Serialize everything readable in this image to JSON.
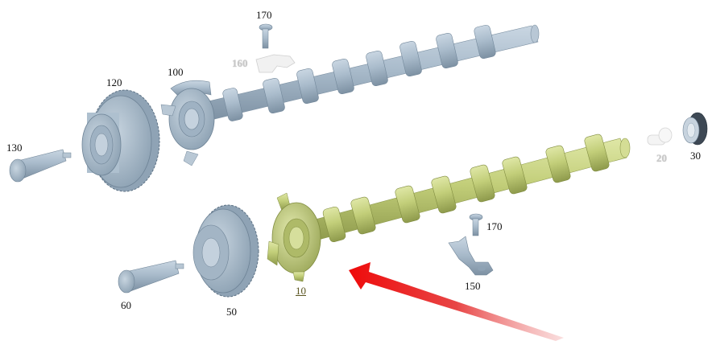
{
  "diagram": {
    "title": "Camshaft assembly exploded view",
    "colors": {
      "part_blue": "#a9bccd",
      "part_blue_dark": "#7f95a8",
      "part_green": "#c3cf7c",
      "part_green_dark": "#8f9b4a",
      "arrow_red": "#e81010",
      "faded_part": "#eeeeee"
    },
    "labels": [
      {
        "id": "170a",
        "text": "170",
        "style": "normal"
      },
      {
        "id": "160",
        "text": "160",
        "style": "faded"
      },
      {
        "id": "100",
        "text": "100",
        "style": "normal"
      },
      {
        "id": "120",
        "text": "120",
        "style": "normal"
      },
      {
        "id": "130",
        "text": "130",
        "style": "normal"
      },
      {
        "id": "20",
        "text": "20",
        "style": "faded"
      },
      {
        "id": "30",
        "text": "30",
        "style": "normal"
      },
      {
        "id": "170b",
        "text": "170",
        "style": "normal"
      },
      {
        "id": "150",
        "text": "150",
        "style": "normal"
      },
      {
        "id": "10",
        "text": "10",
        "style": "highlighted-link"
      },
      {
        "id": "60",
        "text": "60",
        "style": "normal"
      },
      {
        "id": "50",
        "text": "50",
        "style": "normal"
      }
    ],
    "parts": [
      {
        "ref": "10",
        "name": "exhaust-camshaft",
        "highlighted": true
      },
      {
        "ref": "20",
        "name": "plug",
        "faded": true
      },
      {
        "ref": "30",
        "name": "seal-cap"
      },
      {
        "ref": "50",
        "name": "camshaft-adjuster-lower"
      },
      {
        "ref": "60",
        "name": "central-valve-bolt-lower"
      },
      {
        "ref": "100",
        "name": "intake-camshaft"
      },
      {
        "ref": "120",
        "name": "camshaft-adjuster-upper"
      },
      {
        "ref": "130",
        "name": "central-valve-bolt-upper"
      },
      {
        "ref": "150",
        "name": "retaining-bracket"
      },
      {
        "ref": "160",
        "name": "retaining-clip",
        "faded": true
      },
      {
        "ref": "170",
        "name": "screw"
      }
    ],
    "annotation": {
      "type": "arrow",
      "points_to": "10",
      "color": "#e81010"
    }
  }
}
